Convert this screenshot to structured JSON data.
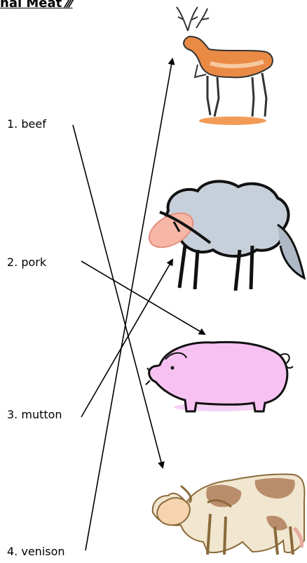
{
  "worksheet": {
    "title": "nal Meat ⁄⁄⁄",
    "words": [
      {
        "number": "1.",
        "text": "beef"
      },
      {
        "number": "2.",
        "text": "pork"
      },
      {
        "number": "3.",
        "text": "mutton"
      },
      {
        "number": "4.",
        "text": "venison"
      }
    ],
    "animals": [
      {
        "name": "deer-clipart"
      },
      {
        "name": "sheep-clipart"
      },
      {
        "name": "pig-clipart"
      },
      {
        "name": "cow-clipart"
      }
    ],
    "matches": [
      {
        "word": "beef",
        "animal": "cow"
      },
      {
        "word": "pork",
        "animal": "pig"
      },
      {
        "word": "mutton",
        "animal": "sheep"
      },
      {
        "word": "venison",
        "animal": "deer"
      }
    ]
  }
}
